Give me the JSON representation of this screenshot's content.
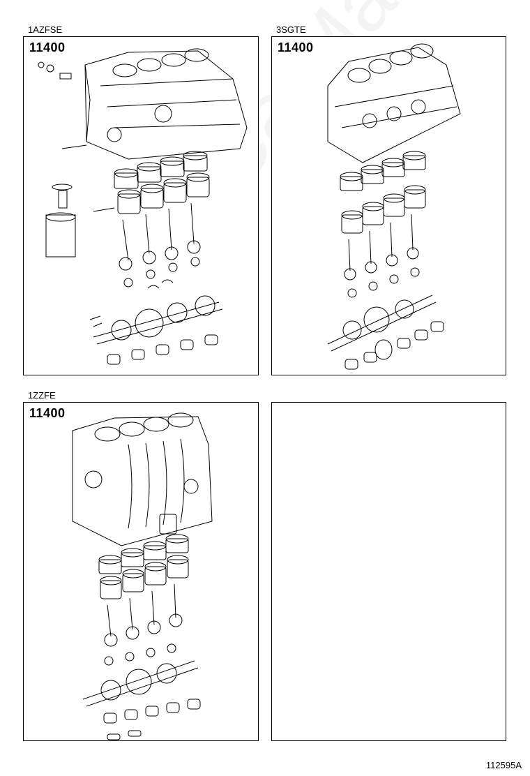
{
  "panels": [
    {
      "engine": "1AZFSE",
      "part_code": "11400"
    },
    {
      "engine": "3SGTE",
      "part_code": "11400"
    },
    {
      "engine": "1ZZFE",
      "part_code": "11400"
    },
    {
      "engine": "",
      "part_code": ""
    }
  ],
  "watermark": "ToyotaCarMaster.ru",
  "document_id": "112595A"
}
